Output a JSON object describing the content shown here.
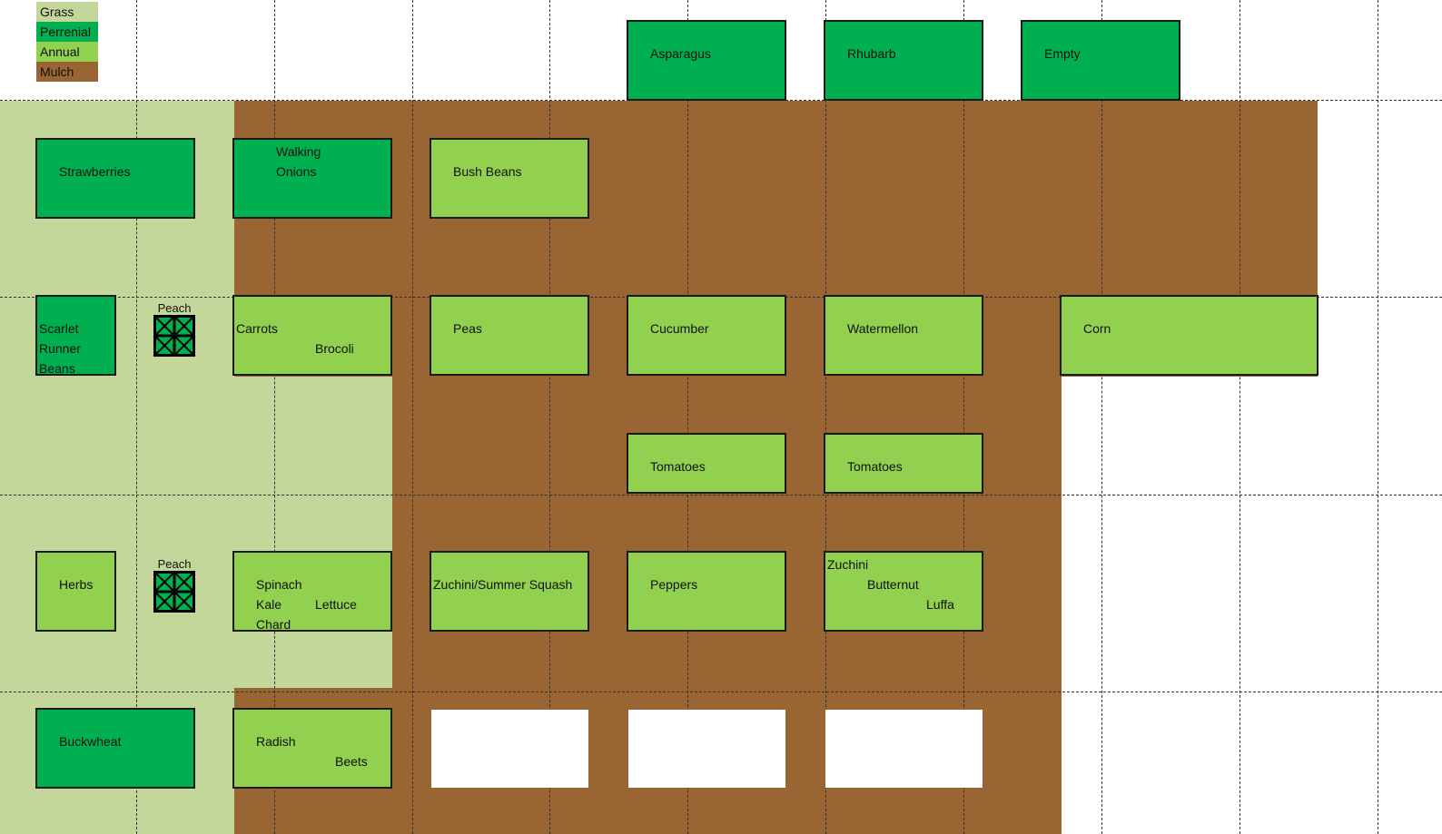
{
  "legend": {
    "grass": "Grass",
    "perennial": "Perrenial",
    "annual": "Annual",
    "mulch": "Mulch"
  },
  "colors": {
    "grass": "#c4d79b",
    "perennial": "#00b050",
    "annual": "#92d050",
    "mulch": "#996633"
  },
  "beds": {
    "asparagus": "Asparagus",
    "rhubarb": "Rhubarb",
    "empty": "Empty",
    "strawberries": "Strawberries",
    "walking_onions_1": "Walking",
    "walking_onions_2": "Onions",
    "bush_beans": "Bush Beans",
    "scarlet_1": "Scarlet",
    "scarlet_2": "Runner",
    "scarlet_3": "Beans",
    "carrots": "Carrots",
    "brocoli": "Brocoli",
    "peas": "Peas",
    "cucumber": "Cucumber",
    "watermellon": "Watermellon",
    "corn": "Corn",
    "tomatoes_1": "Tomatoes",
    "tomatoes_2": "Tomatoes",
    "herbs": "Herbs",
    "spinach": "Spinach",
    "kale": "Kale",
    "chard": "Chard",
    "lettuce": "Lettuce",
    "zuchini_summer_squash": "Zuchini/Summer Squash",
    "peppers": "Peppers",
    "zuchini": "Zuchini",
    "butternut": "Butternut",
    "luffa": "Luffa",
    "buckwheat": "Buckwheat",
    "radish": "Radish",
    "beets": "Beets"
  },
  "trees": {
    "peach_1": "Peach",
    "peach_2": "Peach"
  },
  "icons": {
    "tree": "tree-grid-icon"
  }
}
